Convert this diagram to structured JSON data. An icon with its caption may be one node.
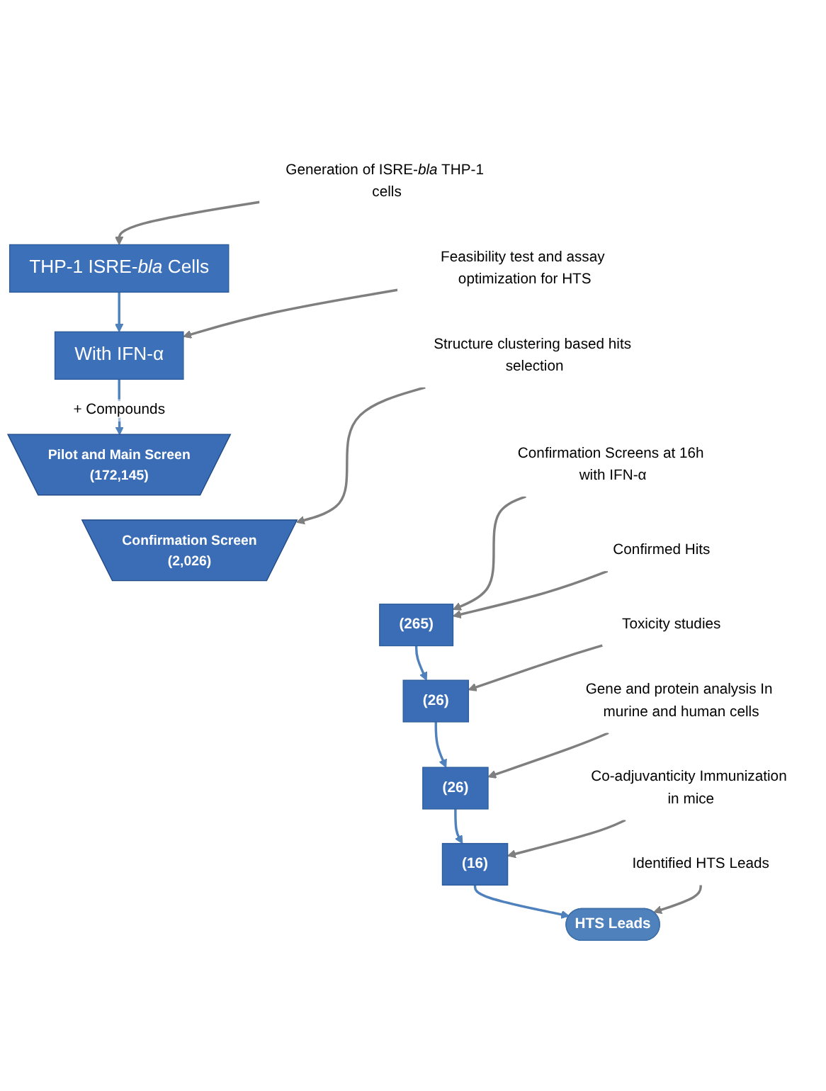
{
  "diagram": {
    "nodes": [
      {
        "text": [
          "Generation of ISRE-*bla* THP-1 cells"
        ]
      },
      {
        "text": [
          "THP-1 ISRE-*bla* Cells"
        ]
      },
      {
        "text": [
          "Feasibility test and assay optimization for HTS"
        ]
      },
      {
        "text": [
          "With IFN-α"
        ]
      },
      {
        "text": [
          "Pilot and Main Screen",
          "(172,145)"
        ]
      },
      {
        "text": [
          "Structure clustering based hits selection"
        ]
      },
      {
        "text": [
          "Confirmation Screen",
          "(2,026)"
        ]
      },
      {
        "text": [
          "Confirmation Screens at 16h with IFN-α"
        ]
      },
      {
        "text": [
          "Confirmed Hits"
        ]
      },
      {
        "text": [
          "(265)"
        ]
      },
      {
        "text": [
          "Toxicity studies"
        ]
      },
      {
        "text": [
          "(26)"
        ]
      },
      {
        "text": [
          "Gene and protein analysis In murine and human cells"
        ]
      },
      {
        "text": [
          "(26)"
        ]
      },
      {
        "text": [
          "Co-adjuvanticity Immunization in mice"
        ]
      },
      {
        "text": [
          "(16)"
        ]
      },
      {
        "text": [
          "Identified HTS Leads"
        ]
      },
      {
        "text": [
          "HTS Leads"
        ]
      }
    ],
    "edges": [
      {
        "from": 0,
        "to": 1,
        "arrow": "to"
      },
      {
        "from": 1,
        "to": 3,
        "arrow": "to",
        "color": "#4f81bd"
      },
      {
        "from": 2,
        "to": 3,
        "arrow": "to"
      },
      {
        "from": 3,
        "to": 4,
        "arrow": "to",
        "label": "+ Compounds",
        "color": "#4f81bd"
      },
      {
        "from": 5,
        "to": 6,
        "arrow": "to"
      },
      {
        "from": 7,
        "to": 9,
        "arrow": "to"
      },
      {
        "from": 8,
        "to": 9,
        "arrow": "to"
      },
      {
        "from": 9,
        "to": 11,
        "arrow": "to",
        "color": "#4f81bd"
      },
      {
        "from": 10,
        "to": 11,
        "arrow": "to"
      },
      {
        "from": 11,
        "to": 13,
        "arrow": "to",
        "color": "#4f81bd"
      },
      {
        "from": 12,
        "to": 13,
        "arrow": "to"
      },
      {
        "from": 13,
        "to": 15,
        "arrow": "to",
        "color": "#4f81bd"
      },
      {
        "from": 14,
        "to": 15,
        "arrow": "to"
      },
      {
        "from": 15,
        "to": 17,
        "arrow": "to",
        "color": "#4f81bd"
      },
      {
        "from": 16,
        "to": 17,
        "arrow": "to"
      }
    ]
  }
}
